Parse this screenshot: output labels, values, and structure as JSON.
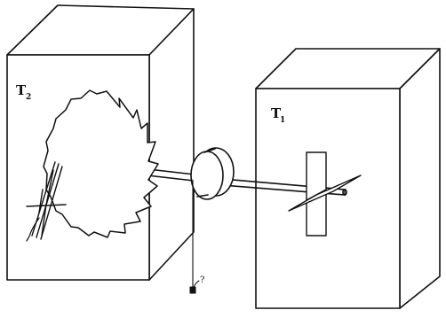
{
  "figure": {
    "box_left_label": "T",
    "box_left_subscript": "2",
    "box_right_label": "T",
    "box_right_subscript": "1",
    "weight_question": "?"
  },
  "colors": {
    "ink": "#111111",
    "background": "#ffffff"
  }
}
